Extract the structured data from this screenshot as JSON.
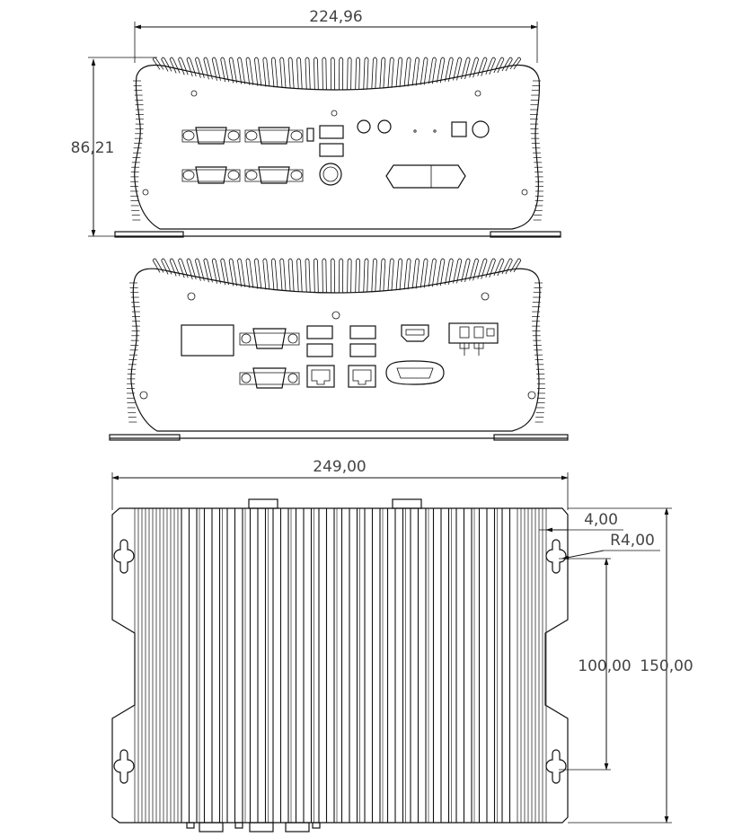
{
  "dimensions": {
    "front_width": "224,96",
    "front_height": "86,21",
    "top_width": "249,00",
    "mount_offset": "4,00",
    "mount_radius": "R4,00",
    "mount_spacing": "100,00",
    "overall_depth": "150,00"
  },
  "colors": {
    "line": "#111111",
    "text": "#444444",
    "background": "#ffffff"
  }
}
